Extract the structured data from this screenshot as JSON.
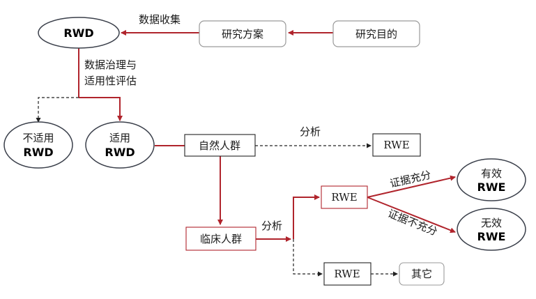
{
  "colors": {
    "arrow_red": "#b0242c",
    "box_border": "#8a8a8a",
    "ellipse_border": "#3a3f4a",
    "dashed": "#222222",
    "text": "#1a1a1a"
  },
  "nodes": {
    "rwd": "RWD",
    "study_plan": "研究方案",
    "study_goal": "研究目的",
    "unsuitable_line1": "不适用",
    "unsuitable_line2": "RWD",
    "suitable_line1": "适用",
    "suitable_line2": "RWD",
    "natural_population": "自然人群",
    "rwe_top": "RWE",
    "clinical_population": "临床人群",
    "rwe_mid": "RWE",
    "rwe_bottom": "RWE",
    "other": "其它",
    "effective_line1": "有效",
    "effective_line2": "RWE",
    "ineffective_line1": "无效",
    "ineffective_line2": "RWE"
  },
  "labels": {
    "data_collection": "数据收集",
    "governance_line1": "数据治理与",
    "governance_line2": "适用性评估",
    "analysis_top": "分析",
    "analysis_mid": "分析",
    "sufficient": "证据充分",
    "insufficient": "证据不充分"
  }
}
